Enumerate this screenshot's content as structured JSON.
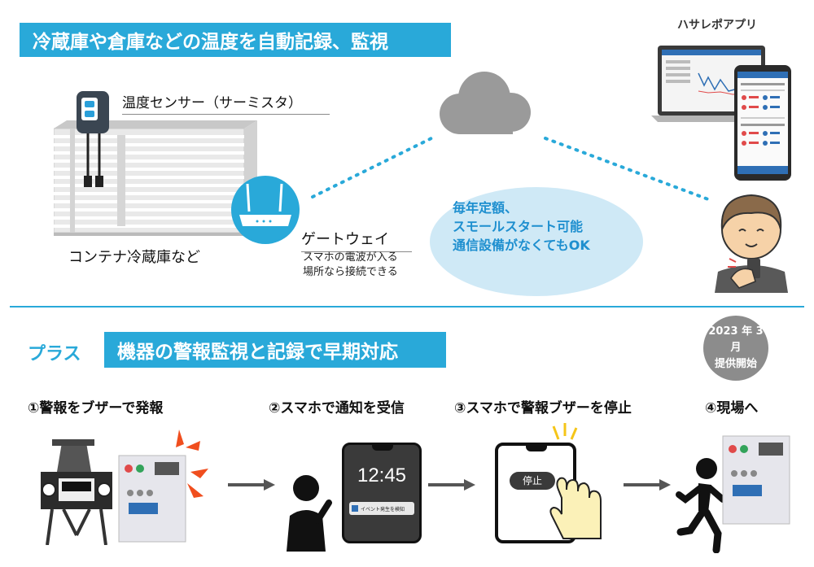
{
  "top": {
    "banner_title": "冷蔵庫や倉庫などの温度を自動記録、監視",
    "app_label": "ハサレポアプリ",
    "sensor_label": "温度センサー（サーミスタ）",
    "container_label": "コンテナ冷蔵庫など",
    "gateway_label": "ゲートウェイ",
    "gateway_note_line1": "スマホの電波が入る",
    "gateway_note_line2": "場所なら接続できる",
    "bubble_line1": "毎年定額、",
    "bubble_line2": "スモールスタート可能",
    "bubble_line3": "通信設備がなくてもOK"
  },
  "bottom": {
    "plus_label": "プラス",
    "banner_title": "機器の警報監視と記録で早期対応",
    "badge_line1": "2023 年 3 月",
    "badge_line2": "提供開始",
    "steps": [
      "①警報をブザーで発報",
      "②スマホで通知を受信",
      "③スマホで警報ブザーを停止",
      "④現場へ"
    ],
    "phone_time": "12:45",
    "notification_text": "イベント発生を検知",
    "stop_button": "停止"
  },
  "colors": {
    "accent": "#29a9d9",
    "bubble_bg": "#cfe9f6",
    "bubble_text": "#1e8fcf",
    "alarm": "#f04e1e"
  }
}
